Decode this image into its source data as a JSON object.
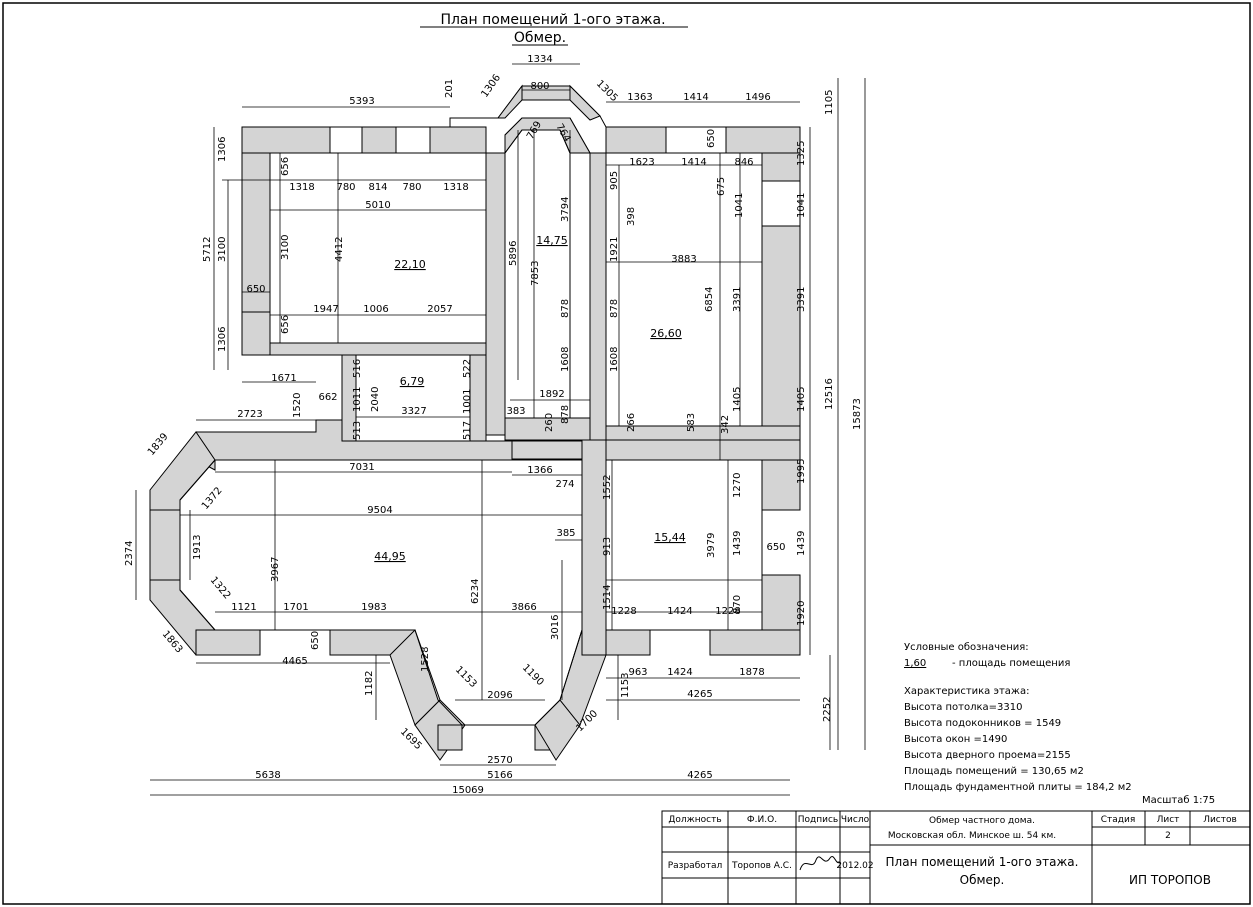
{
  "title": {
    "line1": "План помещений 1-ого этажа.",
    "line2": "Обмер."
  },
  "colors": {
    "wall": "#d4d4d4",
    "line": "#000000",
    "paper": "#ffffff"
  },
  "rooms": [
    {
      "id": "r1",
      "area": "22,10"
    },
    {
      "id": "r2",
      "area": "14,75"
    },
    {
      "id": "r3",
      "area": "26,60"
    },
    {
      "id": "r4",
      "area": "6,79"
    },
    {
      "id": "r5",
      "area": "44,95"
    },
    {
      "id": "r6",
      "area": "15,44"
    }
  ],
  "dims": [
    "1334",
    "800",
    "1306",
    "201",
    "5393",
    "1305",
    "1363",
    "1414",
    "1496",
    "1105",
    "769",
    "764",
    "1306",
    "656",
    "1318",
    "780",
    "814",
    "780",
    "1318",
    "5010",
    "1623",
    "1414",
    "846",
    "650",
    "1325",
    "905",
    "398",
    "675",
    "1041",
    "1041",
    "5712",
    "3100",
    "3100",
    "4412",
    "5896",
    "7853",
    "3794",
    "1921",
    "3883",
    "6854",
    "3391",
    "3391",
    "650",
    "1947",
    "1006",
    "2057",
    "656",
    "1306",
    "878",
    "878",
    "1671",
    "516",
    "1011",
    "2040",
    "522",
    "1608",
    "1608",
    "1405",
    "1405",
    "12516",
    "15873",
    "1520",
    "662",
    "513",
    "3327",
    "1001",
    "517",
    "383",
    "1892",
    "878",
    "260",
    "266",
    "583",
    "342",
    "2723",
    "1839",
    "7031",
    "1366",
    "274",
    "1552",
    "1270",
    "1995",
    "1372",
    "9504",
    "385",
    "913",
    "3979",
    "1439",
    "650",
    "1439",
    "2374",
    "1913",
    "3967",
    "15,44",
    "1322",
    "1121",
    "1701",
    "1983",
    "6234",
    "3866",
    "3016",
    "1514",
    "1228",
    "1424",
    "1228",
    "870",
    "1920",
    "1863",
    "4465",
    "650",
    "1528",
    "1153",
    "1190",
    "963",
    "1424",
    "1878",
    "2096",
    "4265",
    "1182",
    "1153",
    "1695",
    "1700",
    "2570",
    "2252",
    "5638",
    "5166",
    "4265",
    "15069"
  ],
  "legend": {
    "heading": "Условные обозначения:",
    "sample_value": "1,60",
    "sample_desc": "- площадь помещения",
    "char_heading": "Характеристика этажа:",
    "items": [
      "Высота потолка=3310",
      "Высота подоконников = 1549",
      "Высота окон =1490",
      "Высота дверного проема=2155",
      "Площадь помещений = 130,65 м2",
      "Площадь фундаментной плиты = 184,2 м2"
    ]
  },
  "scale": "Масштаб 1:75",
  "stamp": {
    "col_position": "Должность",
    "col_name": "Ф.И.О.",
    "col_sign": "Подпись",
    "col_date": "Число",
    "object_line1": "Обмер частного дома.",
    "object_line2": "Московская обл. Минское ш. 54 км.",
    "stage": "Стадия",
    "sheet": "Лист",
    "sheets": "Листов",
    "sheet_no": "2",
    "role": "Разработал",
    "author": "Торопов А.С.",
    "date": "2012.02",
    "drawing_line1": "План помещений 1-ого этажа.",
    "drawing_line2": "Обмер.",
    "company": "ИП ТОРОПОВ"
  }
}
